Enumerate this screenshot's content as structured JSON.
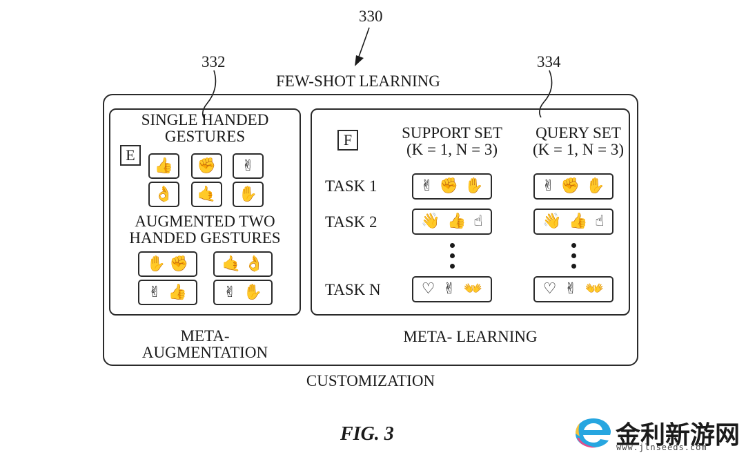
{
  "refs": {
    "main": "330",
    "left": "332",
    "right": "334"
  },
  "title": "FEW-SHOT LEARNING",
  "left_panel": {
    "heading_line1": "SINGLE HANDED",
    "heading_line2": "GESTURES",
    "label": "E",
    "single_gestures": [
      "thumbs-up-icon",
      "fist-icon",
      "peace-sign-icon",
      "ok-sign-icon",
      "call-me-icon",
      "open-hand-icon"
    ],
    "augmented_heading_line1": "AUGMENTED TWO",
    "augmented_heading_line2": "HANDED GESTURES",
    "two_handed_pairs": [
      [
        "open-hand-icon",
        "fist-icon"
      ],
      [
        "call-me-icon",
        "ok-sign-icon"
      ],
      [
        "peace-sign-icon",
        "thumbs-up-icon"
      ],
      [
        "peace-sign-icon",
        "open-hand-icon"
      ]
    ],
    "footer_line1": "META-",
    "footer_line2": "AUGMENTATION"
  },
  "right_panel": {
    "label": "F",
    "support_header_line1": "SUPPORT SET",
    "support_header_line2": "(K = 1, N = 3)",
    "query_header_line1": "QUERY SET",
    "query_header_line2": "(K = 1, N = 3)",
    "tasks": [
      {
        "label": "TASK 1",
        "support": [
          "peace-sign-icon",
          "fist-icon",
          "open-hand-icon"
        ],
        "query": [
          "peace-sign-icon",
          "fist-icon",
          "open-hand-icon"
        ]
      },
      {
        "label": "TASK 2",
        "support": [
          "waving-hand-icon",
          "thumbs-up-icon",
          "pointing-up-icon"
        ],
        "query": [
          "waving-hand-icon",
          "thumbs-up-icon",
          "pointing-up-icon"
        ]
      },
      {
        "label": "TASK N",
        "support": [
          "heart-hands-icon",
          "peace-sign-icon",
          "open-hands-icon"
        ],
        "query": [
          "heart-hands-icon",
          "peace-sign-icon",
          "open-hands-icon"
        ]
      }
    ],
    "footer": "META- LEARNING"
  },
  "bottom_label": "CUSTOMIZATION",
  "figure_caption": "FIG. 3",
  "watermark": {
    "text": "金利新游网",
    "url": "www.jlnseeds.com"
  },
  "glyphs": {
    "thumbs-up-icon": "👍",
    "fist-icon": "✊",
    "peace-sign-icon": "✌",
    "ok-sign-icon": "👌",
    "call-me-icon": "🤙",
    "open-hand-icon": "✋",
    "waving-hand-icon": "👋",
    "pointing-up-icon": "☝",
    "heart-hands-icon": "♡",
    "open-hands-icon": "👐"
  }
}
